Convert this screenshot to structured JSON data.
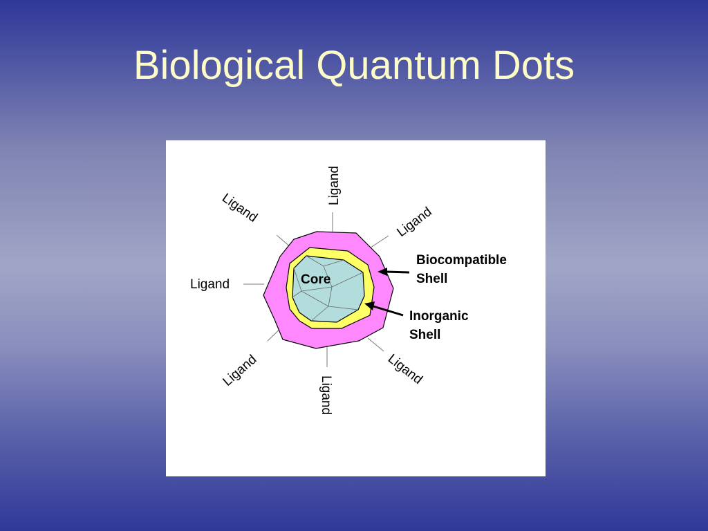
{
  "slide": {
    "title": "Biological Quantum Dots"
  },
  "diagram": {
    "core_label": "Core",
    "ligand_label": "Ligand",
    "biocompatible_shell_label_line1": "Biocompatible",
    "biocompatible_shell_label_line2": "Shell",
    "inorganic_shell_label_line1": "Inorganic",
    "inorganic_shell_label_line2": "Shell",
    "colors": {
      "biocompatible_shell": "#ff88ff",
      "inorganic_shell": "#ffff66",
      "core": "#b3dcdc",
      "outline": "#000000",
      "title_text": "#fdfbc8",
      "background_dark": "#2f3898",
      "background_light": "#a1a5c6"
    }
  }
}
